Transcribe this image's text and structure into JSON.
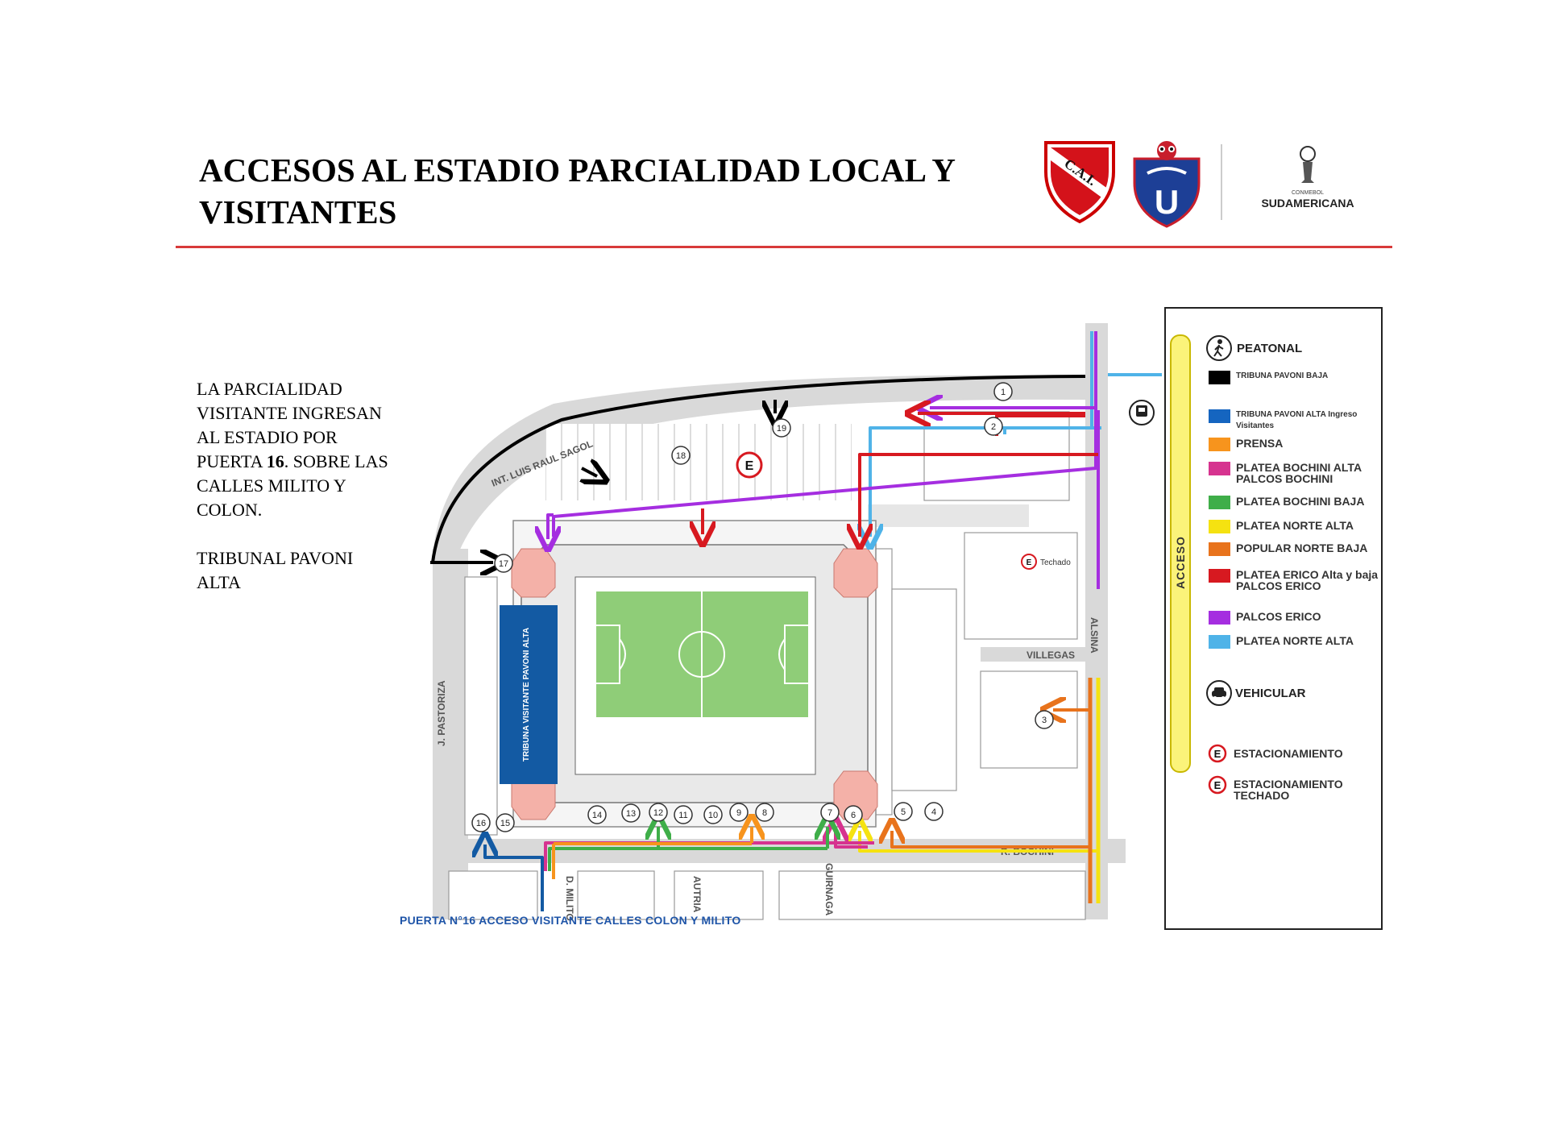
{
  "header": {
    "title": "ACCESOS AL ESTADIO PARCIALIDAD LOCAL Y VISITANTES",
    "logo_independiente_text": "C.A.I.",
    "logo_udechile_text": "U",
    "logo_sudamericana_small": "CONMEBOL",
    "logo_sudamericana_text": "SUDAMERICANA"
  },
  "info": {
    "visitors_text_before": "LA PARCIALIDAD VISITANTE INGRESAN AL ESTADIO POR PUERTA",
    "visitors_gate": "16",
    "visitors_text_after": ". SOBRE LAS CALLES MILITO Y COLON.",
    "stand_name": "TRIBUNAL PAVONI ALTA"
  },
  "map": {
    "caption": "PUERTA N°16 ACCESO VISITANTE CALLES COLON Y MILITO",
    "streets": {
      "sagol": "INT. LUIS RAUL SAGOL",
      "pastoriza": "J. PASTORIZA",
      "alsina": "ALSINA",
      "villegas": "VILLEGAS",
      "bochini": "R. BOCHINI",
      "milito": "D. MILITO",
      "autria": "AUTRIA",
      "guirnaga": "GUIRNAGA"
    },
    "visitor_stand": "TRIBUNA VISITANTE PAVONI ALTA",
    "parking_label": "E",
    "techado_label": "Techado",
    "gates": [
      "1",
      "2",
      "3",
      "4",
      "5",
      "6",
      "7",
      "8",
      "9",
      "10",
      "11",
      "12",
      "13",
      "14",
      "15",
      "16",
      "17",
      "18",
      "19"
    ]
  },
  "legend": {
    "peatonal": "PEATONAL",
    "vehicular": "VEHICULAR",
    "acceso": "ACCESO",
    "estacionamiento": "ESTACIONAMIENTO",
    "estacionamiento_techado": "ESTACIONAMIENTO TECHADO",
    "items": [
      {
        "label": "TRIBUNA PAVONI BAJA",
        "sub": "",
        "color": "#000000"
      },
      {
        "label": "TRIBUNA PAVONI ALTA",
        "sub": "Ingreso Visitantes",
        "color": "#1565c0"
      },
      {
        "label": "PRENSA",
        "sub": "",
        "color": "#f7941d"
      },
      {
        "label": "PLATEA BOCHINI ALTA",
        "sub": "PALCOS BOCHINI",
        "color": "#d6338f"
      },
      {
        "label": "PLATEA BOCHINI BAJA",
        "sub": "",
        "color": "#3fae49"
      },
      {
        "label": "PLATEA NORTE ALTA",
        "sub": "",
        "color": "#f5e211"
      },
      {
        "label": "POPULAR NORTE BAJA",
        "sub": "",
        "color": "#e8731c"
      },
      {
        "label": "PLATEA ERICO",
        "sub": "Alta y baja PALCOS ERICO",
        "color": "#d71920"
      },
      {
        "label": "PALCOS ERICO",
        "sub": "",
        "color": "#a52ee0"
      },
      {
        "label": "PLATEA NORTE ALTA",
        "sub": "",
        "color": "#4fb3e8"
      }
    ]
  }
}
